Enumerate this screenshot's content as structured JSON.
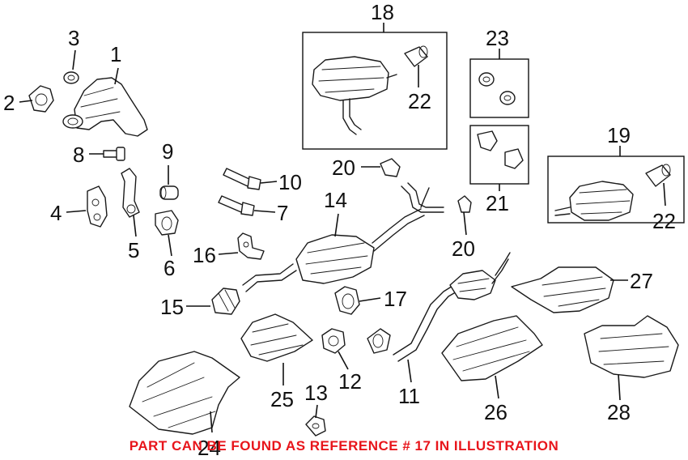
{
  "callouts": [
    {
      "id": "1",
      "label": "1"
    },
    {
      "id": "2",
      "label": "2"
    },
    {
      "id": "3",
      "label": "3"
    },
    {
      "id": "4",
      "label": "4"
    },
    {
      "id": "5",
      "label": "5"
    },
    {
      "id": "6",
      "label": "6"
    },
    {
      "id": "7",
      "label": "7"
    },
    {
      "id": "8",
      "label": "8"
    },
    {
      "id": "9",
      "label": "9"
    },
    {
      "id": "10",
      "label": "10"
    },
    {
      "id": "11",
      "label": "11"
    },
    {
      "id": "12",
      "label": "12"
    },
    {
      "id": "13",
      "label": "13"
    },
    {
      "id": "14",
      "label": "14"
    },
    {
      "id": "15",
      "label": "15"
    },
    {
      "id": "16",
      "label": "16"
    },
    {
      "id": "17",
      "label": "17"
    },
    {
      "id": "18",
      "label": "18"
    },
    {
      "id": "19",
      "label": "19"
    },
    {
      "id": "20a",
      "label": "20"
    },
    {
      "id": "20b",
      "label": "20"
    },
    {
      "id": "21",
      "label": "21"
    },
    {
      "id": "22a",
      "label": "22"
    },
    {
      "id": "22b",
      "label": "22"
    },
    {
      "id": "23",
      "label": "23"
    },
    {
      "id": "24",
      "label": "24"
    },
    {
      "id": "25",
      "label": "25"
    },
    {
      "id": "26",
      "label": "26"
    },
    {
      "id": "27",
      "label": "27"
    },
    {
      "id": "28",
      "label": "28"
    }
  ],
  "notice": {
    "text": "PART CAN BE FOUND AS REFERENCE # 17 IN ILLUSTRATION",
    "color": "#e8151b"
  },
  "colors": {
    "ink": "#1a1a1a",
    "background": "#ffffff"
  }
}
